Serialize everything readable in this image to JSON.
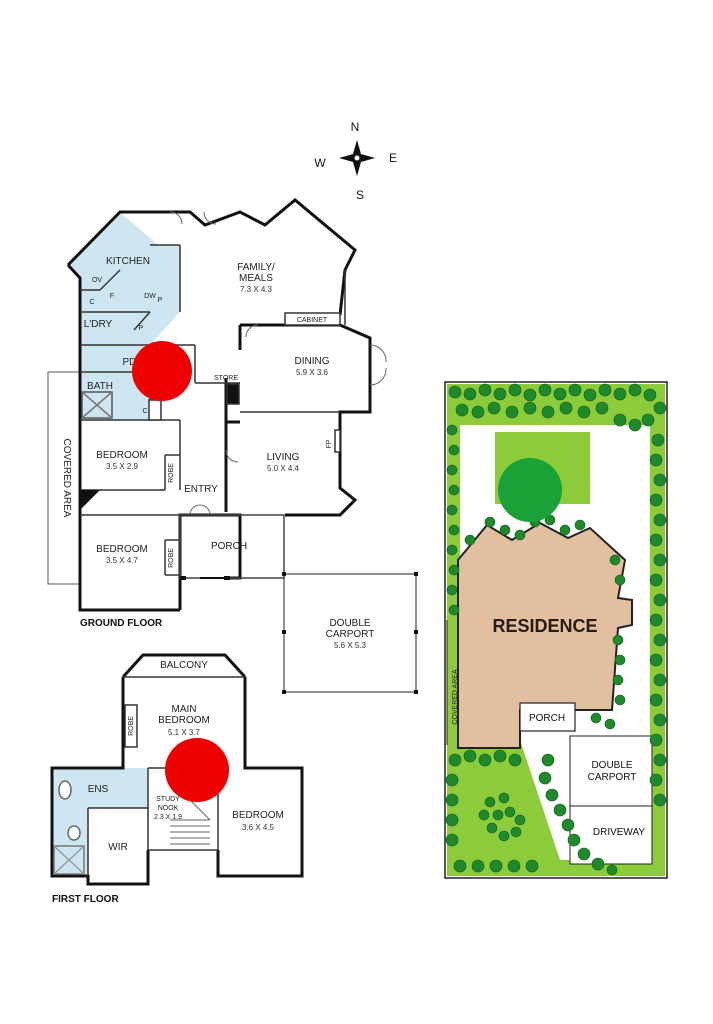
{
  "compass": {
    "n": "N",
    "s": "S",
    "e": "E",
    "w": "W"
  },
  "ground_floor": {
    "title": "GROUND FLOOR",
    "kitchen": "KITCHEN",
    "family_label_1": "FAMILY/",
    "family_label_2": "MEALS",
    "family_dim": "7.3 X 4.3",
    "ov": "OV",
    "f": "F",
    "dw": "DW",
    "p_kitchen": "P",
    "c_kitchen": "C",
    "ldry": "L'DRY",
    "p_ldry": "P",
    "pdr": "PDR",
    "store": "STORE",
    "bath": "BATH",
    "c_bath": "C",
    "cabinet": "CABINET",
    "dining": "DINING",
    "dining_dim": "5.9 X 3.6",
    "living": "LIVING",
    "living_dim": "5.0 X 4.4",
    "fp": "FP",
    "bedroom1": "BEDROOM",
    "bedroom1_dim": "3.5 X 2.9",
    "robe1": "ROBE",
    "entry": "ENTRY",
    "covered_area": "COVERED AREA",
    "bedroom2": "BEDROOM",
    "bedroom2_dim": "3.5 X 4.7",
    "robe2": "ROBE",
    "porch": "PORCH",
    "carport_1": "DOUBLE",
    "carport_2": "CARPORT",
    "carport_dim": "5.6 X 5.3"
  },
  "first_floor": {
    "title": "FIRST FLOOR",
    "balcony": "BALCONY",
    "main_bed_1": "MAIN",
    "main_bed_2": "BEDROOM",
    "main_bed_dim": "5.1 X 3.7",
    "robe": "ROBE",
    "ens": "ENS",
    "study_1": "STUDY",
    "study_2": "NOOK",
    "study_dim": "2.3 X 1.9",
    "wir": "WIR",
    "bedroom": "BEDROOM",
    "bedroom_dim": "3.6 X 4.5"
  },
  "site_plan": {
    "residence": "RESIDENCE",
    "covered_area": "COVERED AREA",
    "porch": "PORCH",
    "carport_1": "DOUBLE",
    "carport_2": "CARPORT",
    "driveway": "DRIVEWAY"
  },
  "colors": {
    "wet_area": "#cde6f2",
    "lawn": "#8ccb3a",
    "shrub": "#1f8a2c",
    "residence": "#e2bf9e",
    "red_marker": "#ee0000",
    "green_marker": "#19a237"
  }
}
